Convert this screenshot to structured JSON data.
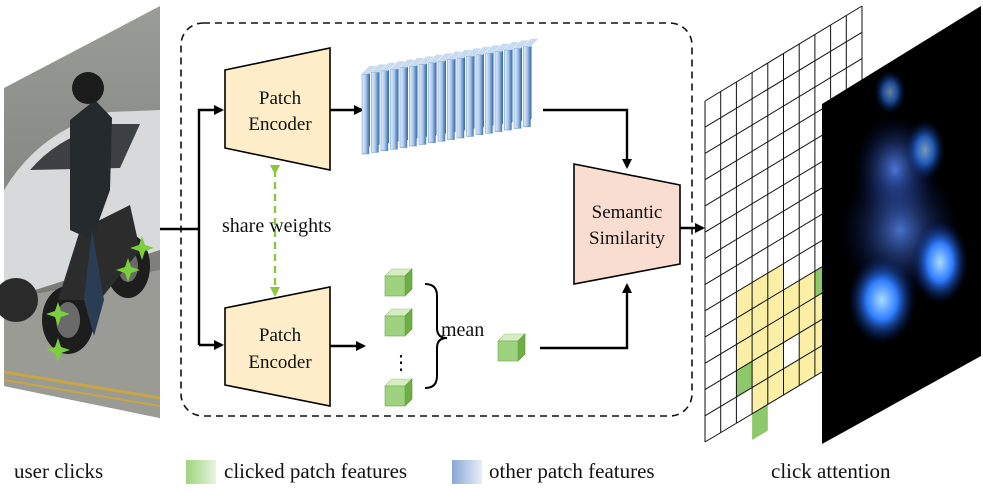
{
  "labels": {
    "user_clicks": "user clicks",
    "clicked_patch_features": "clicked patch features",
    "other_patch_features": "other patch features",
    "click_attention": "click attention"
  },
  "encoder_top": {
    "line1": "Patch",
    "line2": "Encoder"
  },
  "encoder_bottom": {
    "line1": "Patch",
    "line2": "Encoder"
  },
  "share_weights": "share weights",
  "mean": "mean",
  "dots": "⋮",
  "semantic_similarity": {
    "line1": "Semantic",
    "line2": "Similarity"
  },
  "colors": {
    "encoder_fill": "#fdedc8",
    "similarity_fill": "#f9ddd0",
    "clicked_green": "#8dc86b",
    "other_blue": "#9ab5dc",
    "share_dashed": "#8cc63f",
    "grid_yellow": "#fbefa5",
    "attention_bg": "#000000",
    "attention_glow": "#3f7bff"
  },
  "icons": [
    "photo-thumbnail",
    "feature-stack-icon",
    "cube-icon",
    "attention-heatmap"
  ]
}
